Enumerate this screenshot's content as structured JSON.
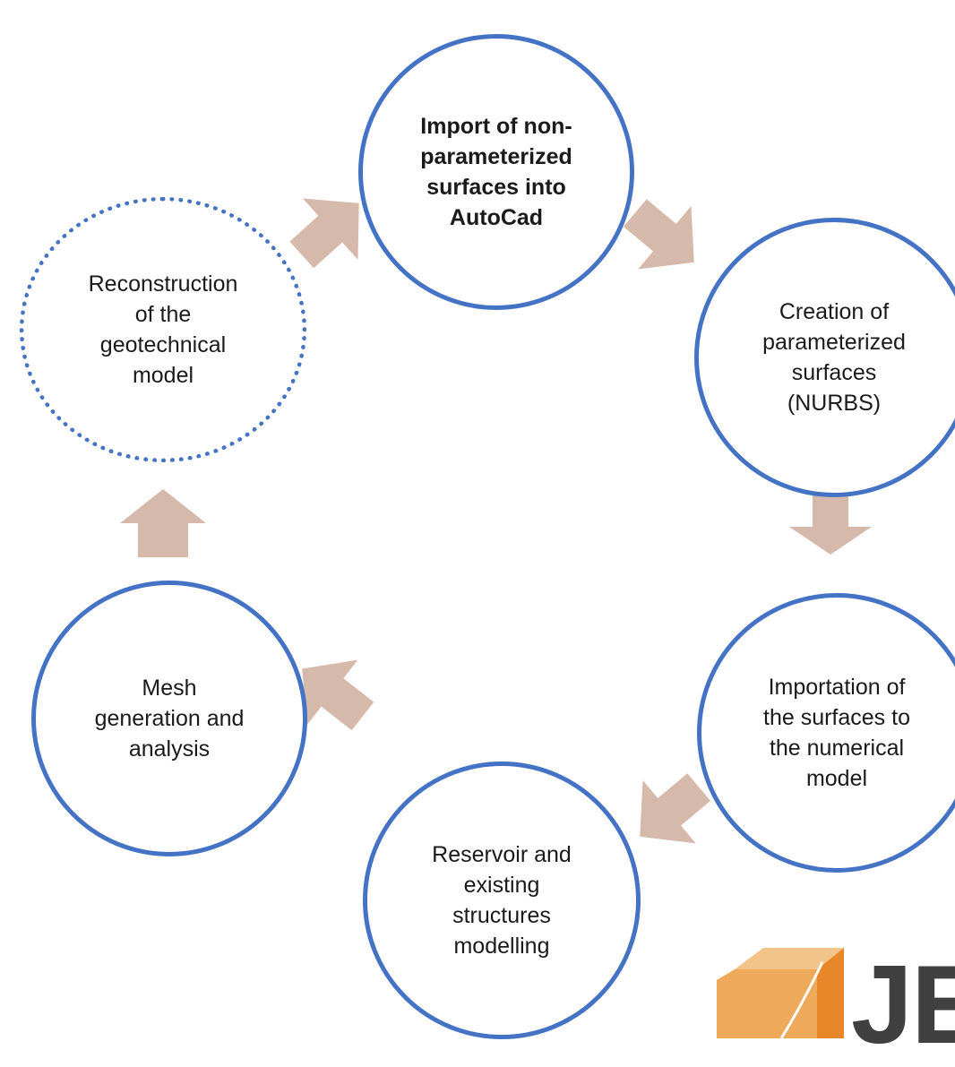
{
  "colors": {
    "circle_border": "#4472c4",
    "arrow_fill": "#d5b9ab",
    "logo_orange_light": "#eea95a",
    "logo_orange_dark": "#e8862a",
    "logo_text": "#404040"
  },
  "nodes": [
    {
      "id": "import",
      "label": "Import of non-\nparameterized\nsurfaces into\nAutoCad",
      "bold": true,
      "border": "solid"
    },
    {
      "id": "creation",
      "label": "Creation of\nparameterized\nsurfaces\n(NURBS)",
      "bold": false,
      "border": "solid"
    },
    {
      "id": "importation",
      "label": "Importation of\nthe surfaces to\nthe numerical\nmodel",
      "bold": false,
      "border": "solid"
    },
    {
      "id": "reservoir",
      "label": "Reservoir and\nexisting\nstructures\nmodelling",
      "bold": false,
      "border": "solid"
    },
    {
      "id": "mesh",
      "label": "Mesh\ngeneration and\nanalysis",
      "bold": false,
      "border": "solid"
    },
    {
      "id": "reconstruction",
      "label": "Reconstruction\nof the\ngeotechnical\nmodel",
      "bold": false,
      "border": "dotted"
    }
  ],
  "flow": [
    {
      "from": "import",
      "to": "creation"
    },
    {
      "from": "creation",
      "to": "importation"
    },
    {
      "from": "importation",
      "to": "reservoir"
    },
    {
      "from": "reservoir",
      "to": "mesh"
    },
    {
      "from": "mesh",
      "to": "reconstruction"
    },
    {
      "from": "reconstruction",
      "to": "import"
    }
  ],
  "logo": {
    "icon": "cube-logo-icon",
    "text": "JE"
  }
}
